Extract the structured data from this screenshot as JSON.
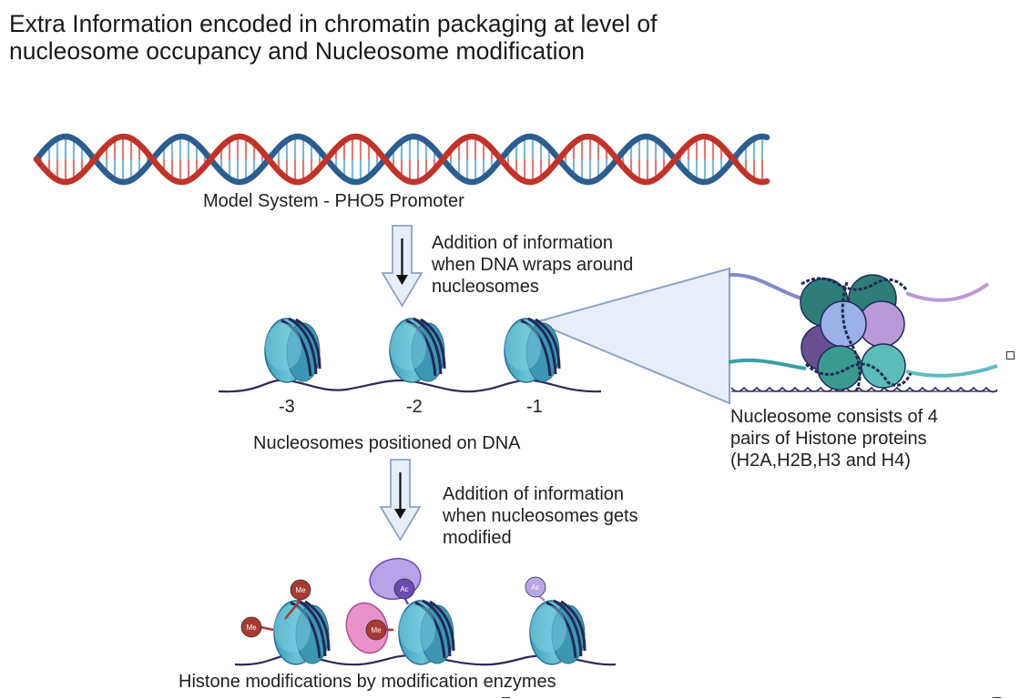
{
  "title": {
    "line1": "Extra Information encoded in chromatin packaging at level of",
    "line2": "nucleosome occupancy and Nucleosome modification"
  },
  "labels": {
    "model_system": "Model System - PHO5 Promoter",
    "arrow1": [
      "Addition of information",
      "when DNA wraps around",
      "nucleosomes"
    ],
    "positioned": "Nucleosomes positioned on DNA",
    "positions": [
      "-3",
      "-2",
      "-1"
    ],
    "arrow2": [
      "Addition of information",
      "when nucleosomes gets",
      "modified"
    ],
    "modifications": "Histone modifications by modification enzymes",
    "zoom_caption": [
      "Nucleosome consists of 4",
      "pairs of Histone proteins",
      "(H2A,H2B,H3 and H4)"
    ]
  },
  "marks": {
    "methyl": "Me",
    "acetyl": "Ac"
  },
  "colors": {
    "dna_red": "#c0332b",
    "dna_blue": "#2c5d8f",
    "nucleosome": "#57b3ca",
    "nucleosome_dark": "#2a6f8c",
    "strand": "#2c2a5a",
    "methyl_mark": "#a83a33",
    "acetyl_mark": "#6a4bb0",
    "enzyme_pink": "#e991c9",
    "enzyme_purple": "#b6a3e8",
    "arrow_fill": "#e8eef9",
    "arrow_stroke": "#8fa2c8"
  },
  "icons": {
    "dna": "dna-double-helix-icon",
    "nucleosome": "nucleosome-icon",
    "histone_octamer": "histone-octamer-icon",
    "down_arrow": "down-arrow-icon"
  }
}
